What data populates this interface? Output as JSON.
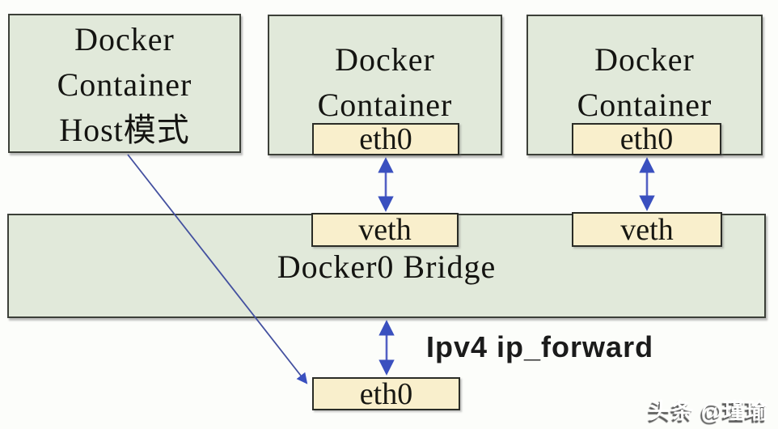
{
  "host_box": {
    "line1": "Docker",
    "line2": "Container",
    "line3": "Host模式"
  },
  "container1": {
    "line1": "Docker",
    "line2": "Container",
    "eth": "eth0"
  },
  "container2": {
    "line1": "Docker",
    "line2": "Container",
    "eth": "eth0"
  },
  "bridge": {
    "label": "Docker0 Bridge",
    "veth_left": "veth",
    "veth_right": "veth"
  },
  "host_eth": {
    "label": "eth0"
  },
  "ip_forward": {
    "label": "Ipv4 ip_forward"
  },
  "watermark": {
    "label": "头条 @瑾瑜"
  },
  "colors": {
    "box_fill": "#e1e9da",
    "port_fill": "#f9efcc",
    "box_border": "#3c4038",
    "arrow_blue": "#3e53c0",
    "background": "#fcfdfa",
    "text": "#141411",
    "watermark_text": "#ffffff"
  }
}
